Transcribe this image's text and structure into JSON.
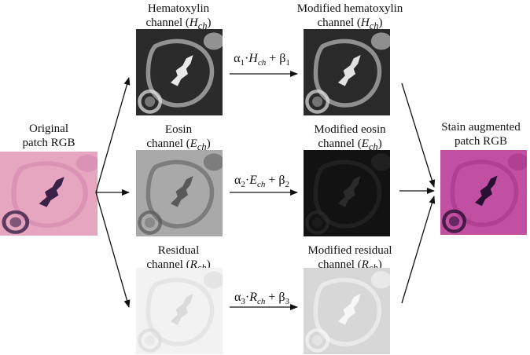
{
  "labels": {
    "original": {
      "line1": "Original",
      "line2": "patch RGB"
    },
    "hematoxylin": {
      "line1": "Hematoxylin",
      "line2_prefix": "channel (",
      "symbol": "H",
      "sub": "ch",
      "line2_suffix": ")"
    },
    "eosin": {
      "line1": "Eosin",
      "line2_prefix": "channel (",
      "symbol": "E",
      "sub": "ch",
      "line2_suffix": ")"
    },
    "residual": {
      "line1": "Residual",
      "line2_prefix": "channel (",
      "symbol": "R",
      "sub": "ch",
      "line2_suffix": ")"
    },
    "mod_hematoxylin": {
      "line1": "Modified hematoxylin",
      "line2_prefix": "channel (",
      "symbol": "H",
      "sub": "ch",
      "line2_suffix": ")"
    },
    "mod_eosin": {
      "line1": "Modified eosin",
      "line2_prefix": "channel (",
      "symbol": "E",
      "sub": "ch",
      "line2_suffix": ")"
    },
    "mod_residual": {
      "line1": "Modified residual",
      "line2_prefix": "channel (",
      "symbol": "R",
      "sub": "ch",
      "line2_suffix": ")"
    },
    "augmented": {
      "line1": "Stain augmented",
      "line2": "patch RGB"
    }
  },
  "formulas": {
    "h": {
      "alpha": "α",
      "alpha_sub": "1",
      "dot": "·",
      "symbol": "H",
      "sub": "ch",
      "plus": " + ",
      "beta": "β",
      "beta_sub": "1"
    },
    "e": {
      "alpha": "α",
      "alpha_sub": "2",
      "dot": "·",
      "symbol": "E",
      "sub": "ch",
      "plus": " + ",
      "beta": "β",
      "beta_sub": "2"
    },
    "r": {
      "alpha": "α",
      "alpha_sub": "3",
      "dot": "·",
      "symbol": "R",
      "sub": "ch",
      "plus": " + ",
      "beta": "β",
      "beta_sub": "3"
    }
  },
  "colors": {
    "original": {
      "background": "#e6a6c0",
      "stroma": "#d78fb1",
      "nucleus": "#3a2147"
    },
    "augmented": {
      "background": "#c14fa2",
      "stroma": "#ad3d8f",
      "nucleus": "#2a0f34"
    },
    "hematoxylin": {
      "background": "#2b2b2b",
      "bright": "#e8e8e8"
    },
    "eosin": {
      "background": "#a9a9a9",
      "bright": "#595959"
    },
    "residual": {
      "background": "#f2f2f2",
      "bright": "#dadada"
    },
    "mod_hematoxylin": {
      "background": "#2a2a2a",
      "bright": "#e2e2e2"
    },
    "mod_eosin": {
      "background": "#121212",
      "bright": "#2b2b2b"
    },
    "mod_residual": {
      "background": "#d7d7d7",
      "bright": "#f7f7f7"
    },
    "arrow": "#111111"
  }
}
